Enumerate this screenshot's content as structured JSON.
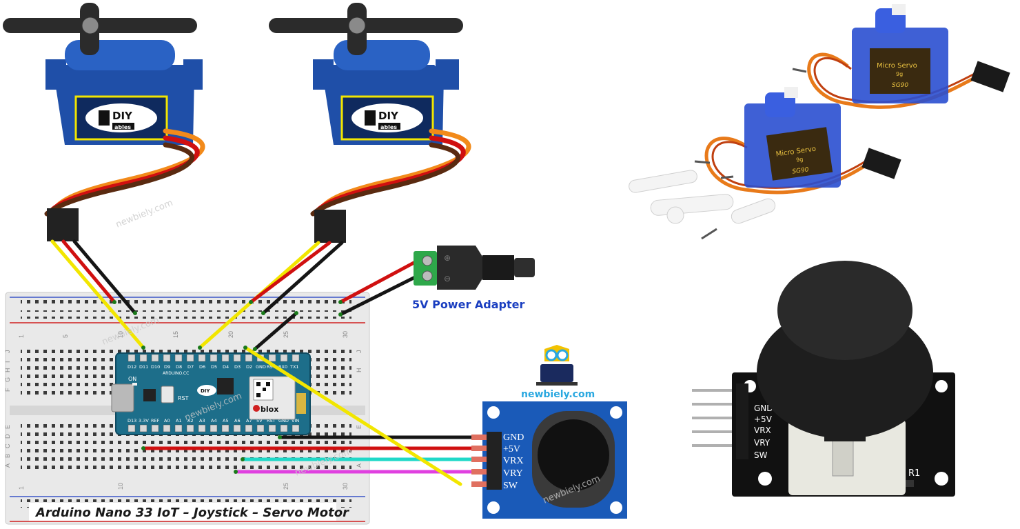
{
  "caption": "Arduino Nano 33 IoT – Joystick – Servo Motor",
  "power_adapter_label": "5V Power Adapter",
  "brand": "newbiely.com",
  "watermark": "newbiely.com",
  "servo_logo": {
    "top": "DIY",
    "bottom": "ables"
  },
  "servo_photo_label": {
    "line1": "Micro Servo",
    "line2": "9g",
    "model": "SG90"
  },
  "joystick_pins": [
    "GND",
    "+5V",
    "VRX",
    "VRY",
    "SW"
  ],
  "joystick_photo_pins": [
    "GND",
    "+5V",
    "VRX",
    "VRY",
    "SW"
  ],
  "joystick_photo_resistor": "R1",
  "arduino": {
    "maker": "ARDUINO.CC",
    "on_label": "ON",
    "rst_label": "RST",
    "module_brand": "blox",
    "top_pins": [
      "D12",
      "D11",
      "D10",
      "D9",
      "D8",
      "D7",
      "D6",
      "D5",
      "D4",
      "D3",
      "D2",
      "GND",
      "RST",
      "RX0",
      "TX1"
    ],
    "bottom_pins": [
      "D13",
      "3.3V",
      "REF",
      "A0",
      "A1",
      "A2",
      "A3",
      "A4",
      "A5",
      "A6",
      "A7",
      "5V",
      "RST",
      "GND",
      "VIN"
    ]
  },
  "breadboard": {
    "column_numbers": [
      "1",
      "5",
      "10",
      "15",
      "20",
      "25",
      "30"
    ],
    "row_letters_top": [
      "J",
      "I",
      "H",
      "G",
      "F"
    ],
    "row_letters_bottom": [
      "E",
      "D",
      "C",
      "B",
      "A"
    ]
  },
  "colors": {
    "servo_blue": "#1f4fa8",
    "wire_red": "#d01010",
    "wire_black": "#151515",
    "wire_yellow": "#f2e600",
    "wire_orange": "#f28a1a",
    "wire_brown": "#5a2a10",
    "wire_cyan": "#20d8c8",
    "wire_magenta": "#e040e0",
    "board_teal": "#1d6e8a",
    "joystick_pcb": "#1a5ab8",
    "label_blue": "#1a3ec0"
  }
}
